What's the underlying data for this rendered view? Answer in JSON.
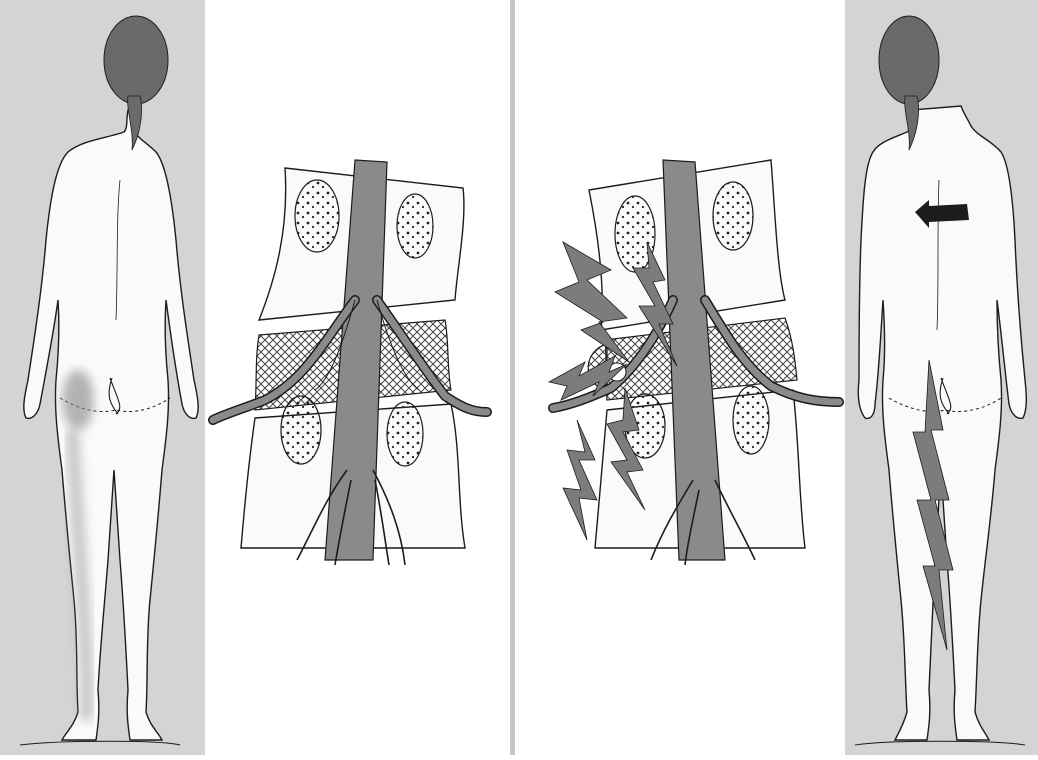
{
  "figure": {
    "panels": [
      {
        "id": "left-figure",
        "depicts": "back-view-body-left-buttock-and-leg-shaded"
      },
      {
        "id": "spine-normal",
        "depicts": "two-vertebrae-disc-and-nerve-roots"
      },
      {
        "id": "spine-herniated",
        "depicts": "disc-bulge-compressing-nerve-root-with-pain-bolts"
      },
      {
        "id": "right-figure",
        "depicts": "back-view-body-with-arrow-and-leg-pain-bolt"
      }
    ],
    "colors": {
      "panel_grey": "#d4d4d4",
      "divider": "#c6c6c6",
      "body_fill": "#fafafa",
      "outline": "#1c1c1c",
      "hair": "#6a6a6a",
      "nerve": "#8a8a8a",
      "pain": "#7c7c7c",
      "shading": "#8d8d8d"
    }
  }
}
